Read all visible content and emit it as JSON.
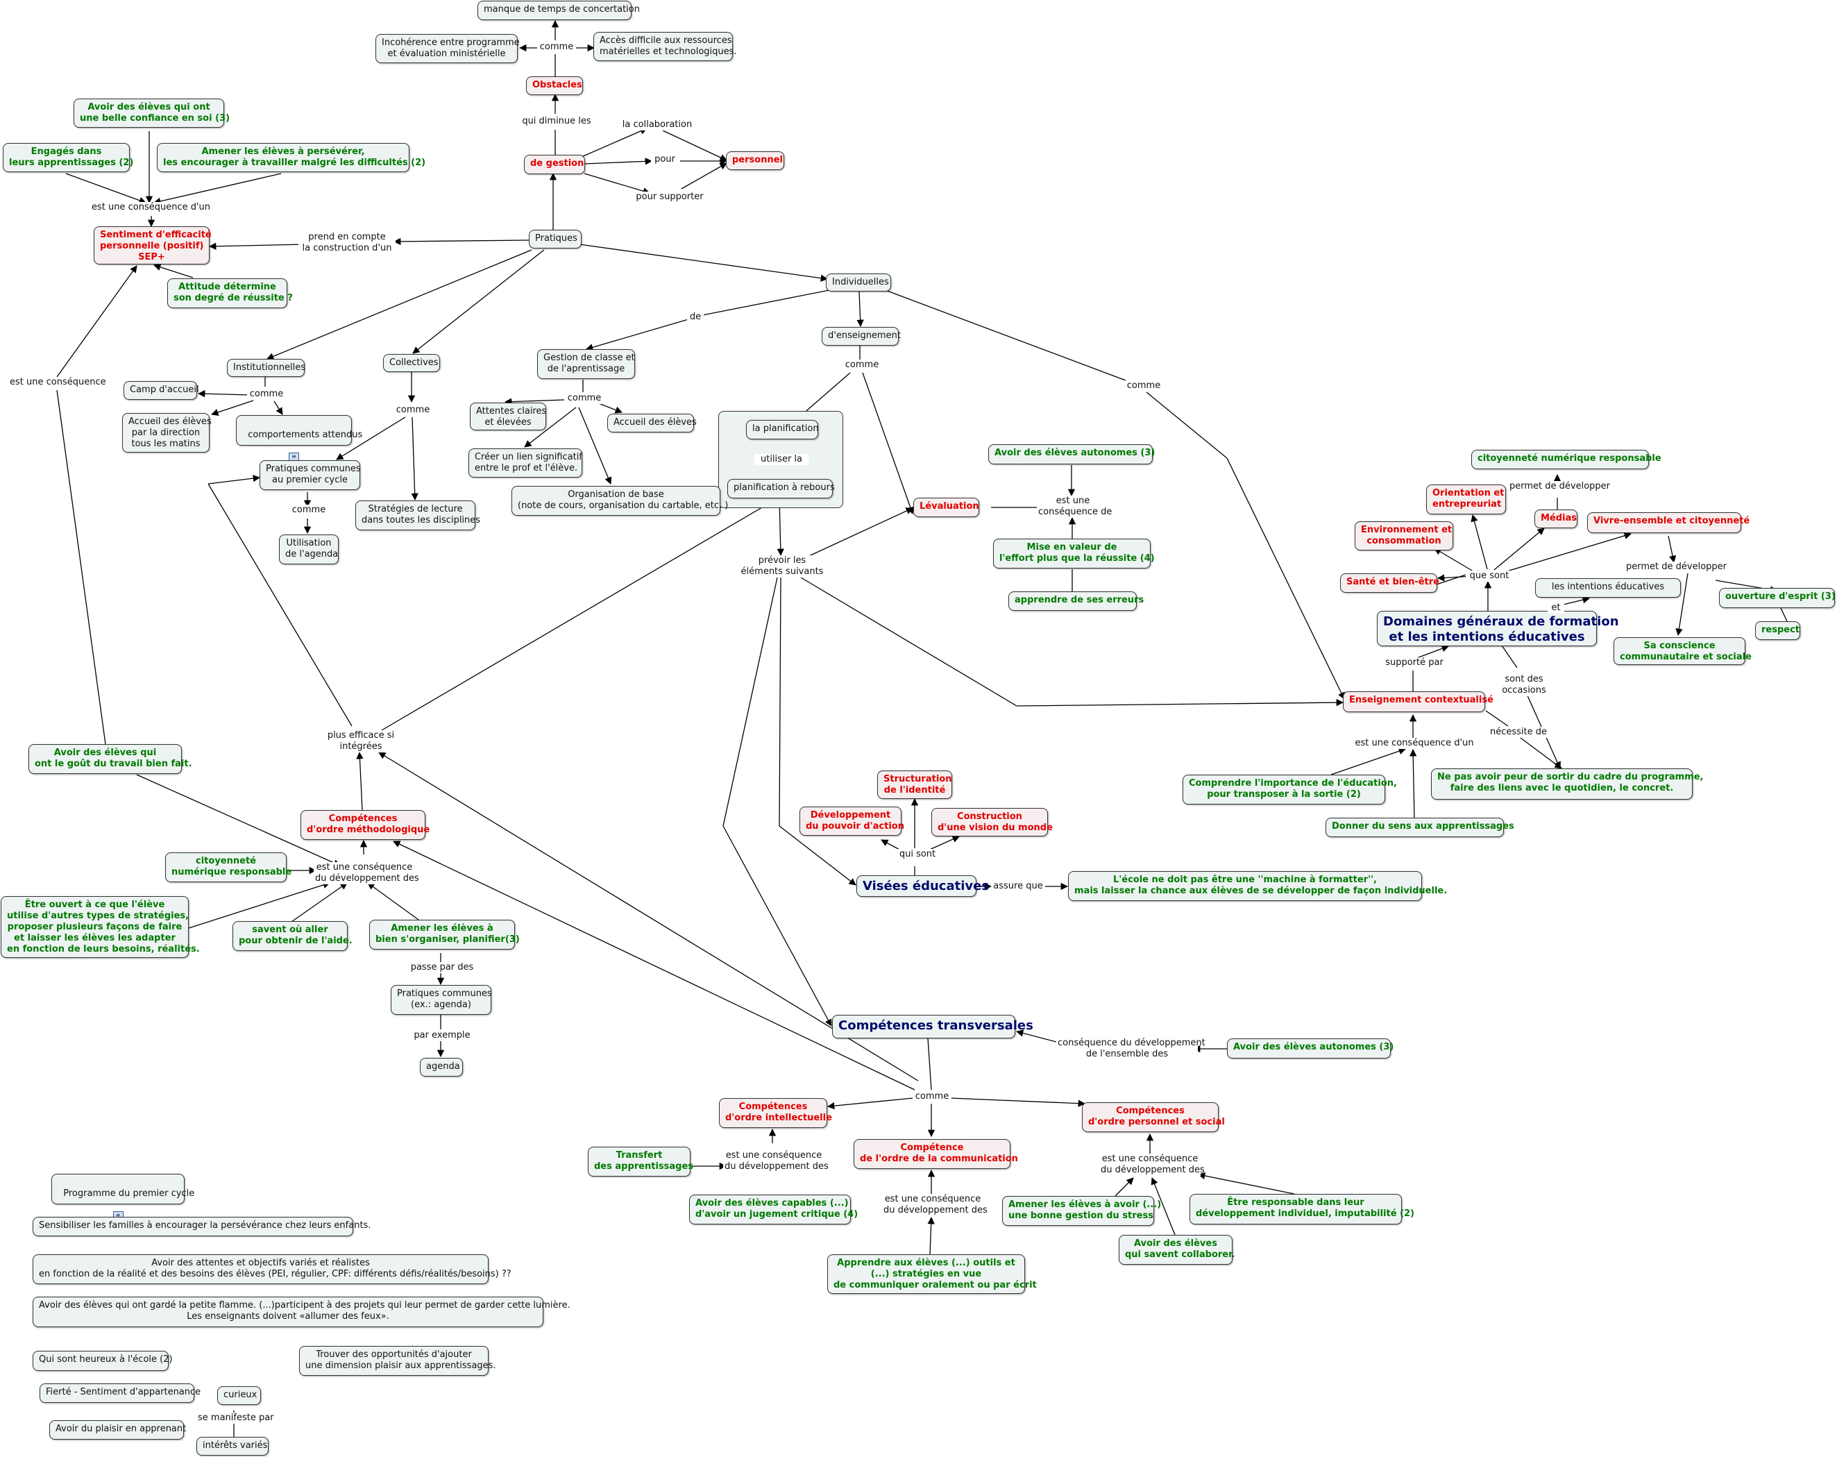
{
  "nodes": {
    "manque": "manque de temps de concertation",
    "incoherence": "Incohérence entre programme\net évaluation ministérielle",
    "acces": "Accès difficile aux ressources\nmatérielles et technologiques.",
    "obstacles": "Obstacles",
    "de_gestion": "de gestion",
    "personnel": "personnel",
    "confiance": "Avoir des élèves qui ont\nune belle confiance en soi (3)",
    "engages": "Engagés dans\nleurs apprentissages (2)",
    "perseverer": "Amener les élèves à persévérer,\nles encourager à travailler malgré les difficultés (2)",
    "sep": "Sentiment d'efficacité\npersonnelle (positif)\nSEP+",
    "attitude": "Attitude détermine\nson degré de réussite ?",
    "pratiques": "Pratiques",
    "individuelles": "Individuelles",
    "denseignement": "d'enseignement",
    "institutionnelles": "Institutionnelles",
    "collectives": "Collectives",
    "gestion_classe": "Gestion de classe et\nde l'aprentissage",
    "camp": "Camp d'accueil",
    "accueil_direction": "Accueil des élèves\npar la direction\ntous les matins",
    "comportements": "comportements attendus",
    "attentes_claires": "Attentes claires\net élevées",
    "accueil_eleves": "Accueil des élèves",
    "lien": "Créer un lien significatif\nentre le prof et l'élève.",
    "organisation": "Organisation de base\n(note de cours, organisation du cartable, etc. )",
    "planification": "la planification",
    "planif_rebours": "planification à rebours",
    "pratiques_communes_cycle": "Pratiques communes\nau premier cycle",
    "strategies_lecture": "Stratégies de lecture\ndans toutes les disciplines",
    "utilisation_agenda": "Utilisation\nde l'agenda",
    "evaluation": "Lévaluation",
    "autonomes1": "Avoir des élèves autonomes (3)",
    "effort": "Mise en valeur de\nl'effort plus que la réussite (4)",
    "erreurs": "apprendre de ses erreurs",
    "citoyennete_num_r": "citoyenneté numérique responsable",
    "orientation": "Orientation et\nentrepreuriat",
    "medias": "Médias",
    "vivre_ensemble": "Vivre-ensemble et citoyenneté",
    "environnement": "Environnement et\nconsommation",
    "sante": "Santé et bien-être",
    "intentions": "les intentions éducatives",
    "ouverture": "ouverture d'esprit (3)",
    "respect": "respect",
    "domaines": "Domaines généraux de formation\net les intentions éducatives",
    "conscience": "Sa conscience\ncommunautaire et sociale",
    "ens_contextualise": "Enseignement contextualisé",
    "comprendre": "Comprendre l'importance de l'éducation,\npour transposer à la sortie (2)",
    "peur": "Ne pas avoir peur de sortir du cadre du programme,\nfaire des liens avec le quotidien, le concret.",
    "donner_sens": "Donner du sens aux apprentissages",
    "structuration": "Structuration\nde l'identité",
    "pouvoir_action": "Développement\ndu pouvoir d'action",
    "vision_monde": "Construction\nd'une vision du monde",
    "visees": "Visées éducatives",
    "machine": "L'école ne doit pas être une ''machine à formatter'',\nmais laisser la chance aux élèves de se développer de façon individuelle.",
    "gout_travail": "Avoir des élèves qui\nont le goût du travail bien fait.",
    "comp_methodo": "Compétences\nd'ordre méthodologique",
    "citoyennete_num_g": "citoyenneté\nnumérique responsable",
    "ouvert": "Être ouvert à ce que l'élève\nutilise d'autres types de stratégies,\nproposer plusieurs façons de faire\net laisser les élèves les adapter\nen fonction de leurs besoins, réalités.",
    "savent_aller": "savent où aller\npour obtenir de l'aide.",
    "organiser": "Amener les élèves à\nbien s'organiser, planifier(3)",
    "pratiques_communes_agenda": "Pratiques communes\n(ex.: agenda)",
    "agenda": "agenda",
    "comp_transversales": "Compétences transversales",
    "autonomes2": "Avoir des élèves autonomes (3)",
    "comp_intellectuelle": "Compétences\nd'ordre intellectuelle",
    "comp_communication": "Compétence\nde l'ordre de la communication",
    "comp_personnel": "Compétences\nd'ordre personnel et social",
    "transfert": "Transfert\ndes apprentissages",
    "jugement": "Avoir des élèves capables (...)\nd'avoir un jugement critique (4)",
    "apprendre_outils": "Apprendre aux élèves (...) outils et\n(...) stratégies en vue\nde communiquer oralement ou par écrit",
    "stress": "Amener les élèves à avoir (...)\nune bonne gestion du stress",
    "responsable": "Être responsable dans leur\ndéveloppement individuel, imputabilité (2)",
    "collaborer": "Avoir des élèves\nqui savent collaborer.",
    "programme": "Programme du premier cycle",
    "sensibiliser": "Sensibiliser les familles à encourager la persévérance chez leurs enfants.",
    "attentes_variees": "Avoir des attentes et objectifs variés et réalistes\nen fonction de la réalité et des besoins des élèves (PEI, régulier, CPF: différents défis/réalités/besoins) ??",
    "flamme": "Avoir des élèves qui ont gardé la petite flamme. (...)participent à des projets qui leur permet de garder cette lumière.\nLes enseignants doivent «allumer des feux».",
    "heureux": "Qui sont heureux à l'école (2)",
    "fierte": "Fierté - Sentiment d'appartenance",
    "plaisir": "Avoir du plaisir en apprenant",
    "opportunites": "Trouver des opportunités d'ajouter\nune dimension plaisir aux apprentissages.",
    "curieux": "curieux",
    "interets": "intérêts variés"
  },
  "links": {
    "comme_obst": "comme",
    "qui_diminue": "qui diminue les",
    "collaboration": "la collaboration",
    "pour": "pour",
    "pour_supporter": "pour supporter",
    "consequence_dun": "est une conséquence d'un",
    "prend_compte": "prend en compte\nla construction d'un",
    "de": "de",
    "comme_ens": "comme",
    "comme_indiv": "comme",
    "comme_inst": "comme",
    "comme_coll": "comme",
    "comme_gest": "comme",
    "utiliser_la": "utiliser la",
    "comme_prat": "comme",
    "est_consequence": "est une conséquence",
    "est_une_consequence_de": "est une\nconséquence de",
    "permet_developper1": "permet de développer",
    "que_sont": "que sont",
    "permet_developper2": "permet de développer",
    "et": "et",
    "supporte_par": "supporté par",
    "sont_occasions": "sont des\noccasions",
    "necessite": "nécessite de",
    "consequence_dun2": "est une conséquence d'un",
    "prevoir": "prévoir les\néléments suivants",
    "plus_efficace": "plus efficace si\nintégrées",
    "qui_sont": "qui sont",
    "assure_que": "assure que",
    "dev_methodo": "est une conséquence\ndu développement des",
    "passe_par": "passe par des",
    "par_exemple": "par exemple",
    "consequence_ensemble": "conséquence du développement\nde l'ensemble des",
    "comme_comp": "comme",
    "dev_intel": "est une conséquence\ndu développement des",
    "dev_comm": "est une conséquence\ndu développement des",
    "dev_pers": "est une conséquence\ndu développement des",
    "manifeste": "se manifeste par"
  },
  "icons": {
    "attachment": "document-icon"
  }
}
